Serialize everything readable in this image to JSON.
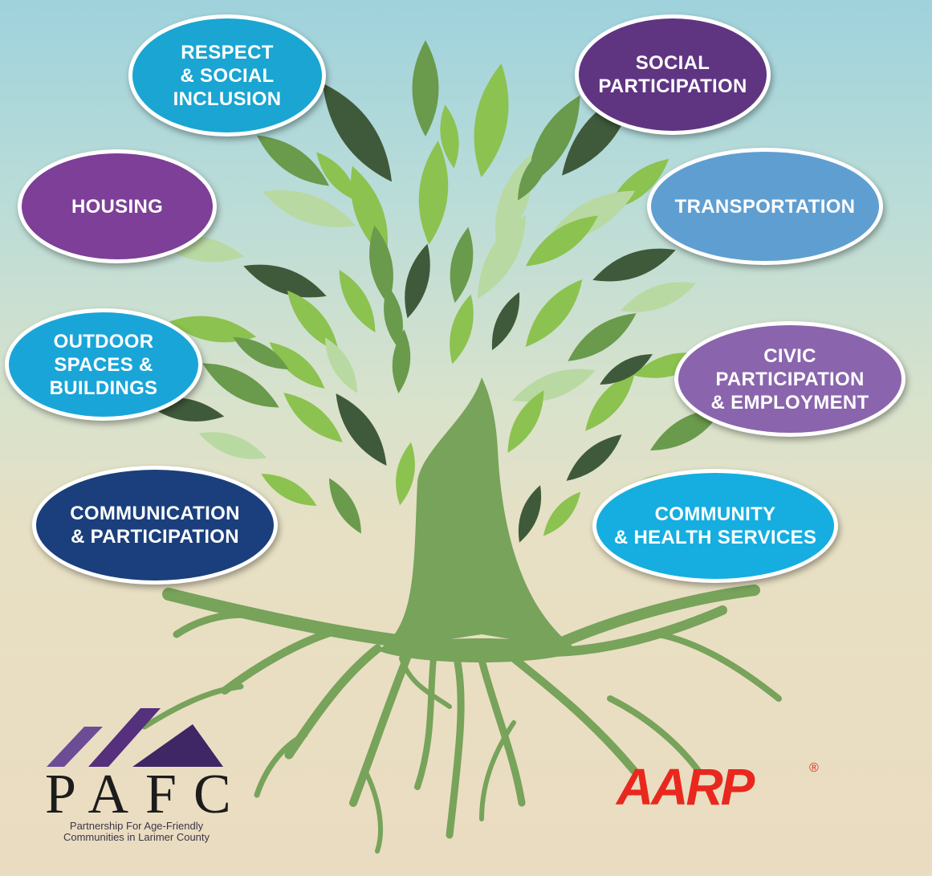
{
  "colors": {
    "sky": "#9fd2dc",
    "ground": "#eadcc0",
    "trunk": "#77a35a",
    "leaf_dark": "#3f5a3a",
    "leaf_mid": "#6a9a4c",
    "leaf_bright": "#8cc24f",
    "leaf_pale": "#b9d9a2"
  },
  "domains": [
    {
      "id": "respect",
      "label": "RESPECT\n& SOCIAL\nINCLUSION",
      "color": "#1aa5d2"
    },
    {
      "id": "social",
      "label": "SOCIAL\nPARTICIPATION",
      "color": "#5f3582"
    },
    {
      "id": "housing",
      "label": "HOUSING",
      "color": "#7d3f97"
    },
    {
      "id": "transportation",
      "label": "TRANSPORTATION",
      "color": "#5f9ed1"
    },
    {
      "id": "outdoor",
      "label": "OUTDOOR\nSPACES &\nBUILDINGS",
      "color": "#1aa5d9"
    },
    {
      "id": "civic",
      "label": "CIVIC\nPARTICIPATION\n& EMPLOYMENT",
      "color": "#8a64ad"
    },
    {
      "id": "communication",
      "label": "COMMUNICATION\n& PARTICIPATION",
      "color": "#1b3f7c"
    },
    {
      "id": "community",
      "label": "COMMUNITY\n& HEALTH SERVICES",
      "color": "#16aee0"
    }
  ],
  "logos": {
    "pafc_letters": "PAFC",
    "pafc_tagline": "Partnership For Age-Friendly\nCommunities in Larimer County",
    "pafc_colors": [
      "#6d4c96",
      "#55307d",
      "#3e2764"
    ],
    "aarp_text": "AARP",
    "aarp_reg": "®",
    "aarp_color": "#e8281e"
  }
}
